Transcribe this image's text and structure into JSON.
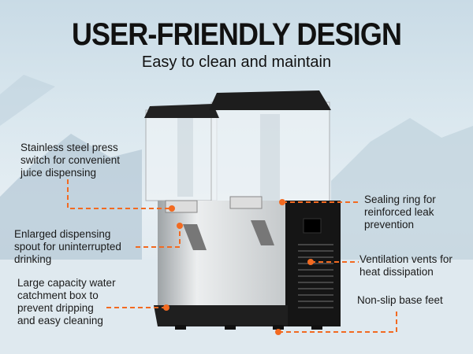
{
  "header": {
    "title": "USER-FRIENDLY DESIGN",
    "subtitle": "Easy to clean and maintain"
  },
  "features": {
    "press_switch": "Stainless steel press\nswitch for convenient\njuice dispensing",
    "spout": "Enlarged dispensing\nspout for uninterrupted\ndrinking",
    "catchment": "Large capacity water\ncatchment box to\nprevent dripping\nand easy cleaning",
    "sealing_ring": "Sealing ring for\nreinforced leak\nprevention",
    "vents": "Ventilation vents for\nheat dissipation",
    "feet": "Non-slip base feet"
  },
  "colors": {
    "accent": "#f26a21"
  }
}
